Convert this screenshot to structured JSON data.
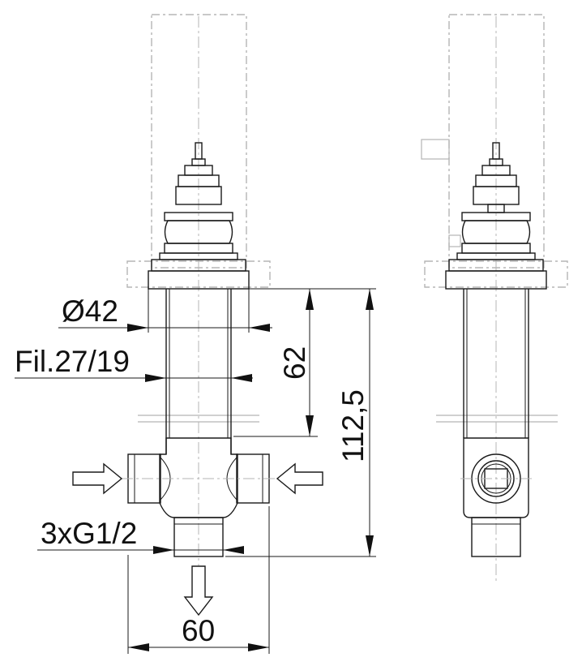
{
  "labels": {
    "diameter": "Ø42",
    "thread_fil": "Fil.27/19",
    "connections": "3xG1/2",
    "width": "60",
    "height_inner": "62",
    "height_total": "112,5"
  },
  "colors": {
    "line": "#1a1a1a",
    "ghost": "#b5b5b5",
    "background": "#ffffff"
  }
}
